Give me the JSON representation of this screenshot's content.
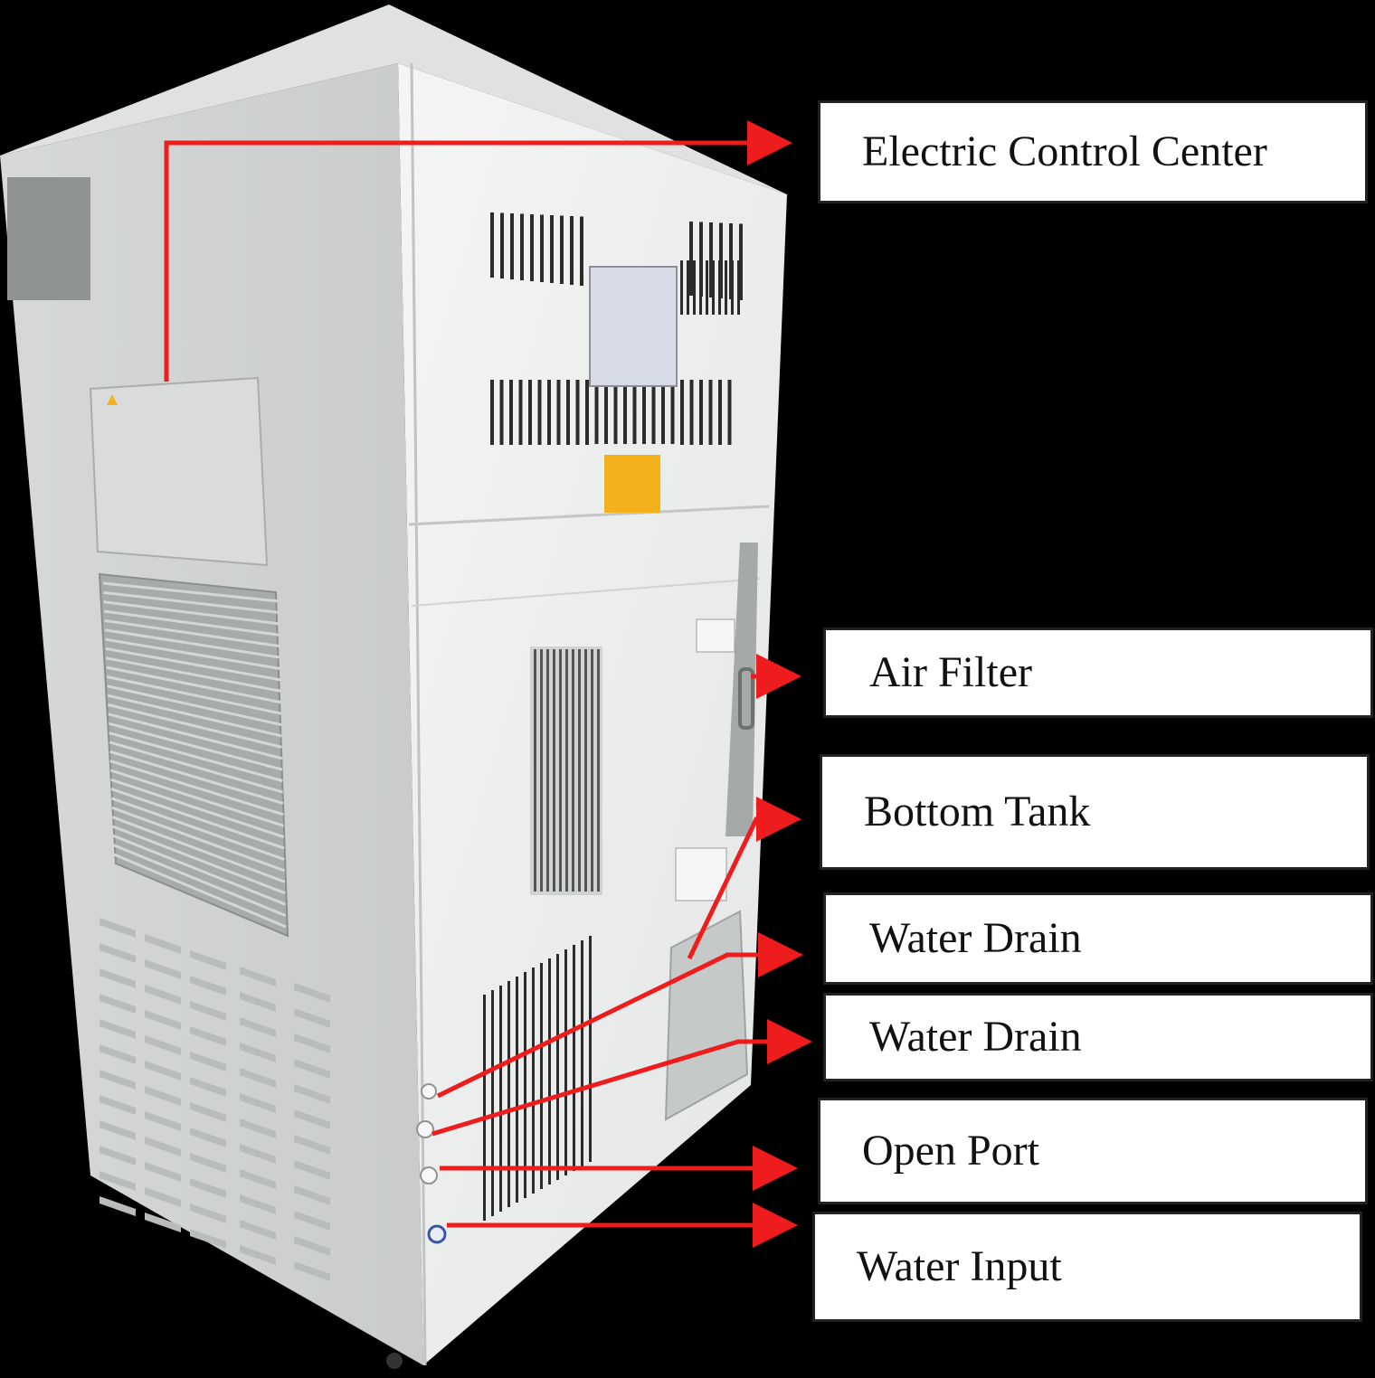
{
  "labels": {
    "electric_control_center": "Electric Control Center",
    "air_filter": "Air Filter",
    "bottom_tank": "Bottom Tank",
    "water_drain_1": "Water Drain",
    "water_drain_2": "Water Drain",
    "open_port": "Open Port",
    "water_input": "Water Input"
  },
  "colors": {
    "background": "#000000",
    "cabinet": "#e9ebea",
    "arrow": "#ee1c1c",
    "label_box": "#ffffff",
    "warning_label": "#f3b21b"
  }
}
